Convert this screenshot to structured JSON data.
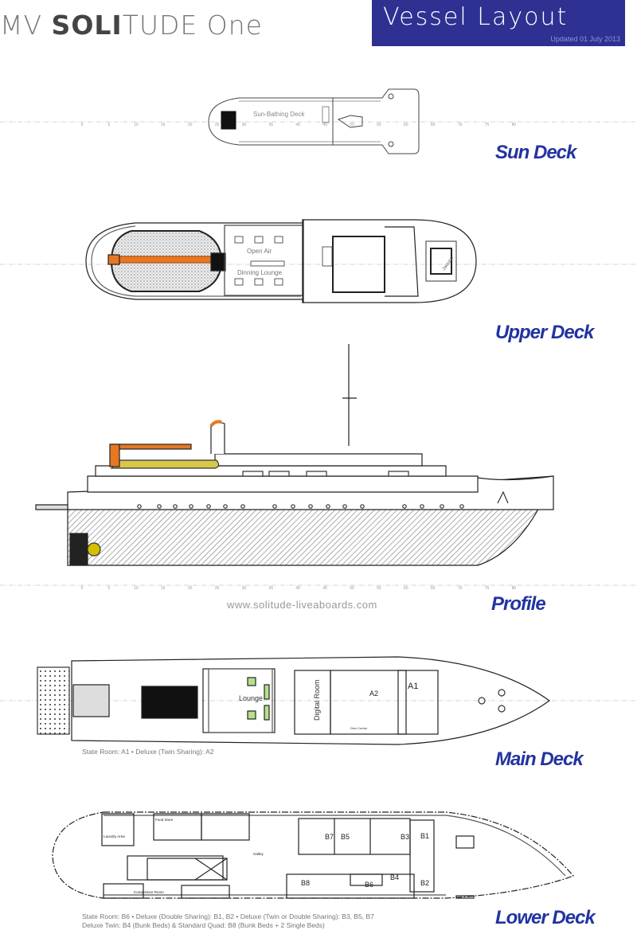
{
  "header": {
    "title_prefix": "MV ",
    "title_bold": "SOLI",
    "title_rest": "TUDE One",
    "banner_title": "Vessel Layout",
    "updated": "Updated 01 July 2013",
    "banner_color": "#2e3192"
  },
  "scale_ticks": [
    "0",
    "5",
    "10",
    "15",
    "20",
    "25",
    "30",
    "35",
    "40",
    "45",
    "50",
    "55",
    "60",
    "65",
    "70",
    "75",
    "80"
  ],
  "decks": {
    "sun": {
      "label": "Sun Deck",
      "areas": [
        "Sun-Bathing Deck"
      ]
    },
    "upper": {
      "label": "Upper Deck",
      "areas": [
        "Open Air",
        "Dinning Lounge",
        "Jacuzzi"
      ]
    },
    "profile": {
      "label": "Profile",
      "website": "www.solitude-liveaboards.com"
    },
    "main": {
      "label": "Main Deck",
      "areas": [
        "Lounge",
        "Digital Room",
        "A1",
        "A2",
        "Dive Centre"
      ],
      "caption": "State Room: A1 • Deluxe (Twin Sharing): A2"
    },
    "lower": {
      "label": "Lower Deck",
      "areas": [
        "Laundry Area",
        "Food Store",
        "Galley",
        "Compressor Room",
        "B1",
        "B2",
        "B3",
        "B4",
        "B5",
        "B6",
        "B7",
        "B8"
      ],
      "caption_line1": "State Room: B6 • Deluxe (Double Sharing): B1, B2 • Deluxe (Twin or Double Sharing): B3, B5, B7",
      "caption_line2": "Deluxe Twin: B4 (Bunk Beds) & Standard Quad: B8 (Bunk Beds + 2 Single Beds)"
    }
  },
  "colors": {
    "deck_label": "#2233a0",
    "tender": "#e87722",
    "hull_hatch": "#999999",
    "lounge_table": "#b8e08a"
  }
}
